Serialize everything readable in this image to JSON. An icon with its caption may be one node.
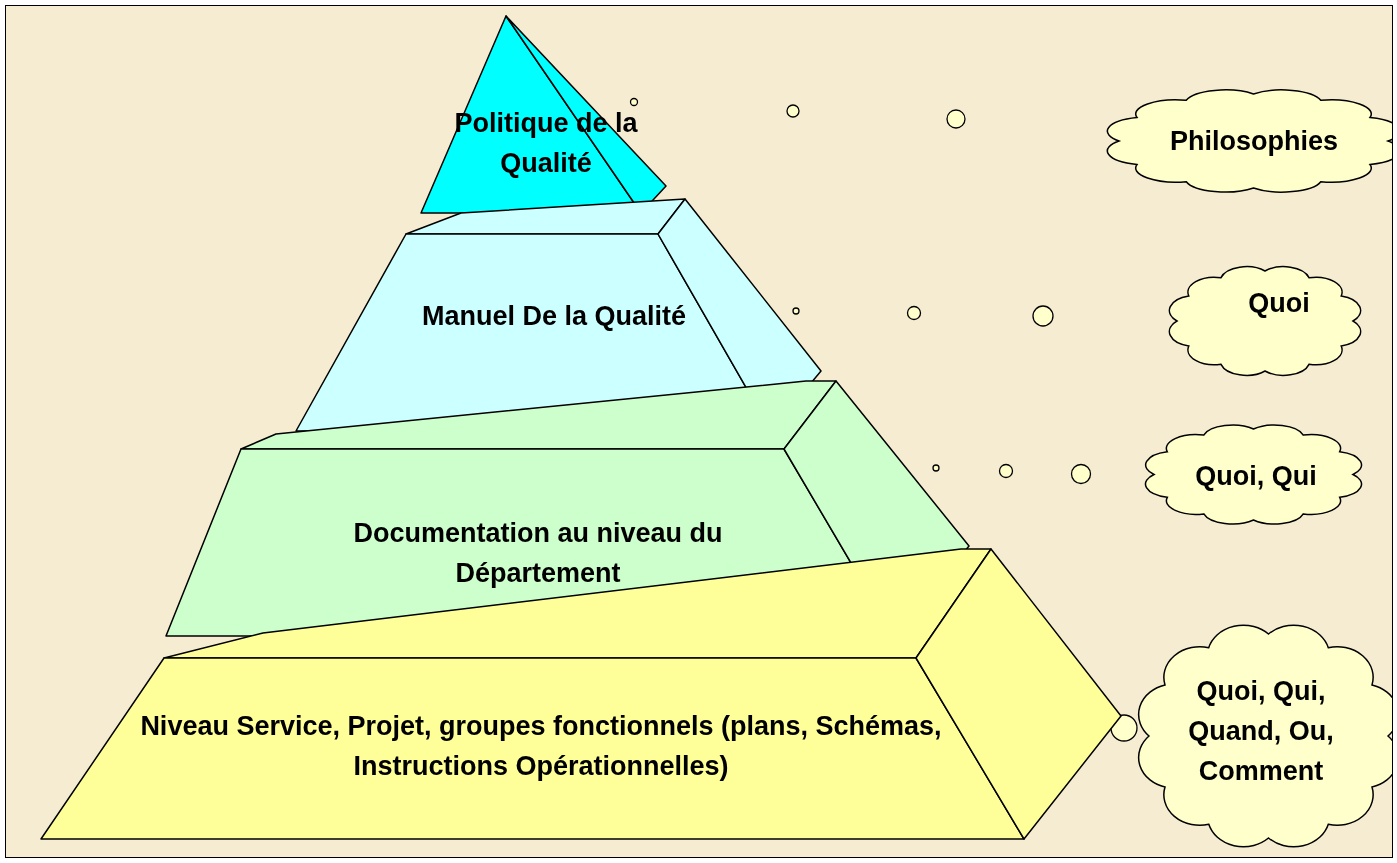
{
  "diagram": {
    "nodes": [
      {
        "text": [
          "Politique de la Qualité"
        ]
      },
      {
        "text": [
          "Manuel De la Qualité"
        ]
      },
      {
        "text": [
          "Documentation au niveau du Département"
        ]
      },
      {
        "text": [
          "Niveau Service, Projet, groupes fonctionnels (plans, Schémas, Instructions Opérationnelles)"
        ]
      },
      {
        "text": [
          "Philosophies"
        ]
      },
      {
        "text": [
          "Quoi"
        ]
      },
      {
        "text": [
          "Quoi, Qui"
        ]
      },
      {
        "text": [
          "Quoi, Qui, Quand, Ou, Comment"
        ]
      }
    ]
  }
}
